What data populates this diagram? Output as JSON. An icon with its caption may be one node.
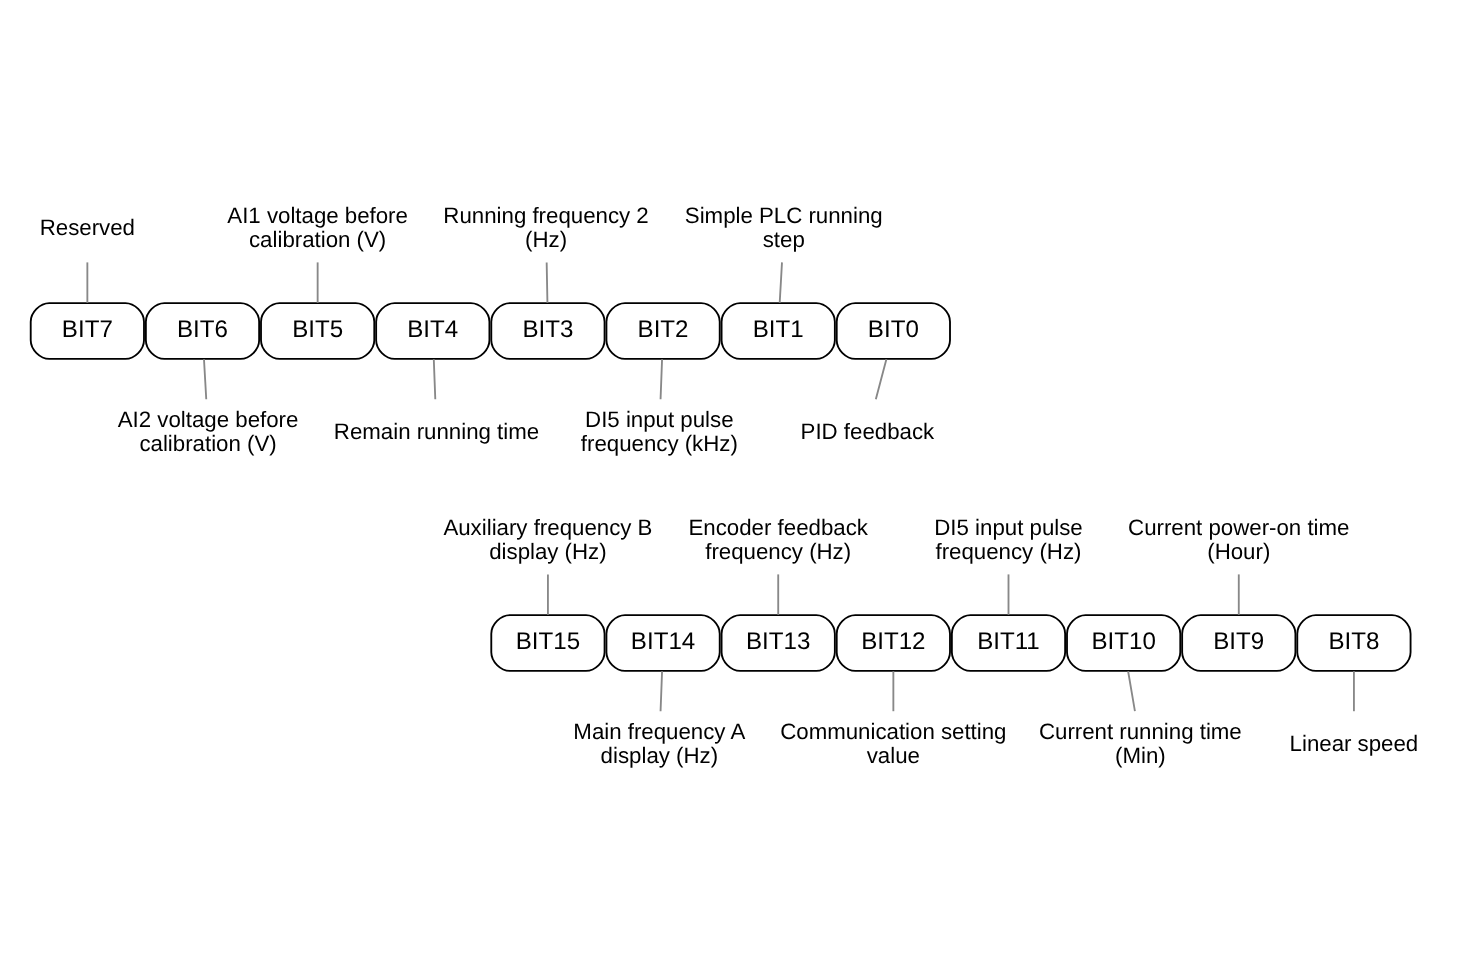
{
  "diagram": {
    "nodes": [
      {
        "text": [
          "Reserved"
        ]
      },
      {
        "text": [
          "AI1 voltage before calibration (V)"
        ]
      },
      {
        "text": [
          "Running frequency 2 (Hz)"
        ]
      },
      {
        "text": [
          "Simple PLC running step"
        ]
      },
      {
        "text": [
          "BIT7"
        ]
      },
      {
        "text": [
          "BIT6"
        ]
      },
      {
        "text": [
          "BIT5"
        ]
      },
      {
        "text": [
          "BIT4"
        ]
      },
      {
        "text": [
          "BIT3"
        ]
      },
      {
        "text": [
          "BIT2"
        ]
      },
      {
        "text": [
          "BIT1"
        ]
      },
      {
        "text": [
          "BIT0"
        ]
      },
      {
        "text": [
          "AI2 voltage before calibration (V)"
        ]
      },
      {
        "text": [
          "Remain running time"
        ]
      },
      {
        "text": [
          "DI5 input pulse frequency (kHz)"
        ]
      },
      {
        "text": [
          "PID feedback"
        ]
      },
      {
        "text": [
          "Auxiliary frequency B display (Hz)"
        ]
      },
      {
        "text": [
          "Encoder feedback frequency (Hz)"
        ]
      },
      {
        "text": [
          "DI5 input pulse frequency (Hz)"
        ]
      },
      {
        "text": [
          "Current power-on time (Hour)"
        ]
      },
      {
        "text": [
          "BIT15"
        ]
      },
      {
        "text": [
          "BIT14"
        ]
      },
      {
        "text": [
          "BIT13"
        ]
      },
      {
        "text": [
          "BIT12"
        ]
      },
      {
        "text": [
          "BIT11"
        ]
      },
      {
        "text": [
          "BIT10"
        ]
      },
      {
        "text": [
          "BIT9"
        ]
      },
      {
        "text": [
          "BIT8"
        ]
      },
      {
        "text": [
          "Main frequency A display (Hz)"
        ]
      },
      {
        "text": [
          "Communication setting value"
        ]
      },
      {
        "text": [
          "Current running time (Min)"
        ]
      },
      {
        "text": [
          "Linear speed"
        ]
      }
    ],
    "edges": [
      {
        "from": 0,
        "to": 4,
        "arrow": "none"
      },
      {
        "from": 1,
        "to": 6,
        "arrow": "none"
      },
      {
        "from": 2,
        "to": 8,
        "arrow": "none"
      },
      {
        "from": 3,
        "to": 10,
        "arrow": "none"
      },
      {
        "from": 5,
        "to": 12,
        "arrow": "none"
      },
      {
        "from": 7,
        "to": 13,
        "arrow": "none"
      },
      {
        "from": 9,
        "to": 14,
        "arrow": "none"
      },
      {
        "from": 11,
        "to": 15,
        "arrow": "none"
      },
      {
        "from": 16,
        "to": 20,
        "arrow": "none"
      },
      {
        "from": 17,
        "to": 22,
        "arrow": "none"
      },
      {
        "from": 18,
        "to": 24,
        "arrow": "none"
      },
      {
        "from": 19,
        "to": 26,
        "arrow": "none"
      },
      {
        "from": 21,
        "to": 28,
        "arrow": "none"
      },
      {
        "from": 23,
        "to": 29,
        "arrow": "none"
      },
      {
        "from": 25,
        "to": 30,
        "arrow": "none"
      },
      {
        "from": 27,
        "to": 31,
        "arrow": "none"
      }
    ]
  }
}
